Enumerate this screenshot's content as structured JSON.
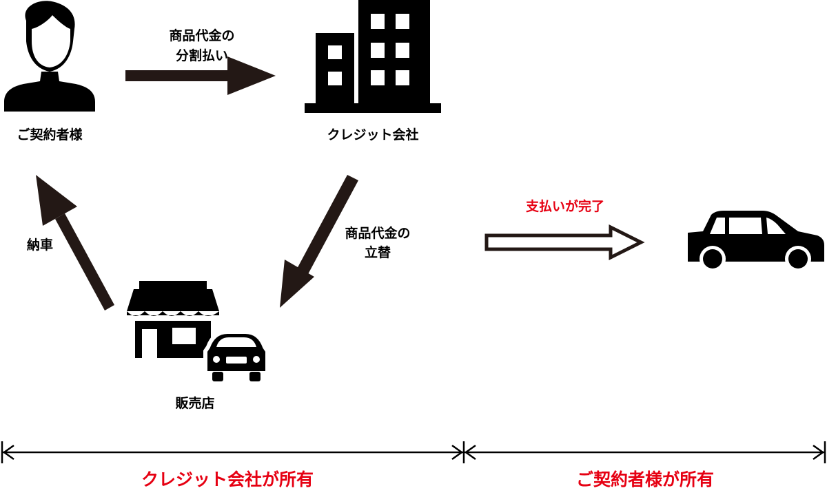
{
  "nodes": {
    "customer": {
      "label": "ご契約者様"
    },
    "credit_company": {
      "label": "クレジット会社"
    },
    "dealer": {
      "label": "販売店"
    }
  },
  "arrows": {
    "installment": {
      "line1": "商品代金の",
      "line2": "分割払い"
    },
    "advance": {
      "line1": "商品代金の",
      "line2": "立替"
    },
    "delivery": {
      "label": "納車"
    },
    "payment_complete": {
      "label": "支払いが完了"
    }
  },
  "timeline": {
    "owner_credit": "クレジット会社が所有",
    "owner_customer": "ご契約者様が所有"
  },
  "colors": {
    "arrow": "#231815",
    "icon": "#000000",
    "accent": "#e60012",
    "text": "#000000"
  }
}
